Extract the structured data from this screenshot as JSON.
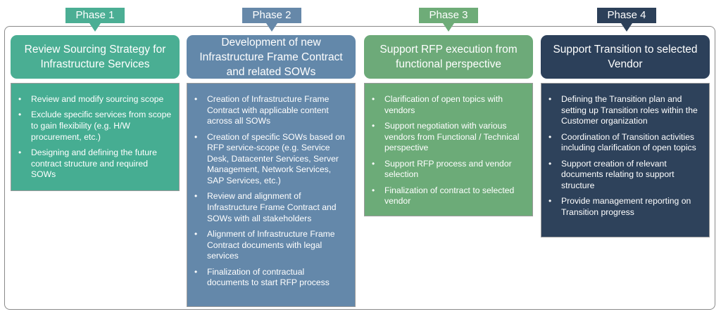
{
  "phases": [
    {
      "tab": "Phase 1",
      "title": "Review Sourcing Strategy for Infrastructure Services",
      "colors": {
        "tab": "#4bae94",
        "head": "#4aae93",
        "body": "#46ad92"
      },
      "items": [
        "Review and modify sourcing scope",
        "Exclude specific services from scope to gain flexibility (e.g. H/W procurement, etc.)",
        "Designing and defining the future contract structure and required SOWs"
      ]
    },
    {
      "tab": "Phase 2",
      "title": "Development of new Infrastructure Frame Contract and related SOWs",
      "colors": {
        "tab": "#6688a9",
        "head": "#6388aa",
        "body": "#6488aa"
      },
      "items": [
        "Creation of Infrastructure Frame Contract with applicable content across all SOWs",
        "Creation of specific SOWs based on RFP service-scope (e.g. Service Desk, Datacenter Services, Server Management, Network Services, SAP Services, etc.)",
        "Review and alignment of Infrastructure Frame Contract and SOWs with all stakeholders",
        "Alignment of Infrastructure Frame Contract documents with legal services",
        "Finalization of contractual documents to start RFP process"
      ]
    },
    {
      "tab": "Phase 3",
      "title": "Support RFP execution from functional perspective",
      "colors": {
        "tab": "#6eac78",
        "head": "#6daa79",
        "body": "#6cab78"
      },
      "items": [
        "Clarification of open topics with vendors",
        "Support negotiation with various vendors from Functional / Technical perspective",
        "Support RFP process and vendor selection",
        "Finalization of contract to selected vendor"
      ]
    },
    {
      "tab": "Phase 4",
      "title": "Support Transition to selected Vendor",
      "colors": {
        "tab": "#2c4059",
        "head": "#2c405a",
        "body": "#2e425b"
      },
      "items": [
        "Defining the Transition plan and setting up Transition roles within the Customer organization",
        "Coordination of Transition activities including clarification of open topics",
        "Support creation of relevant documents relating to support structure",
        "Provide management reporting on Transition progress"
      ]
    }
  ]
}
